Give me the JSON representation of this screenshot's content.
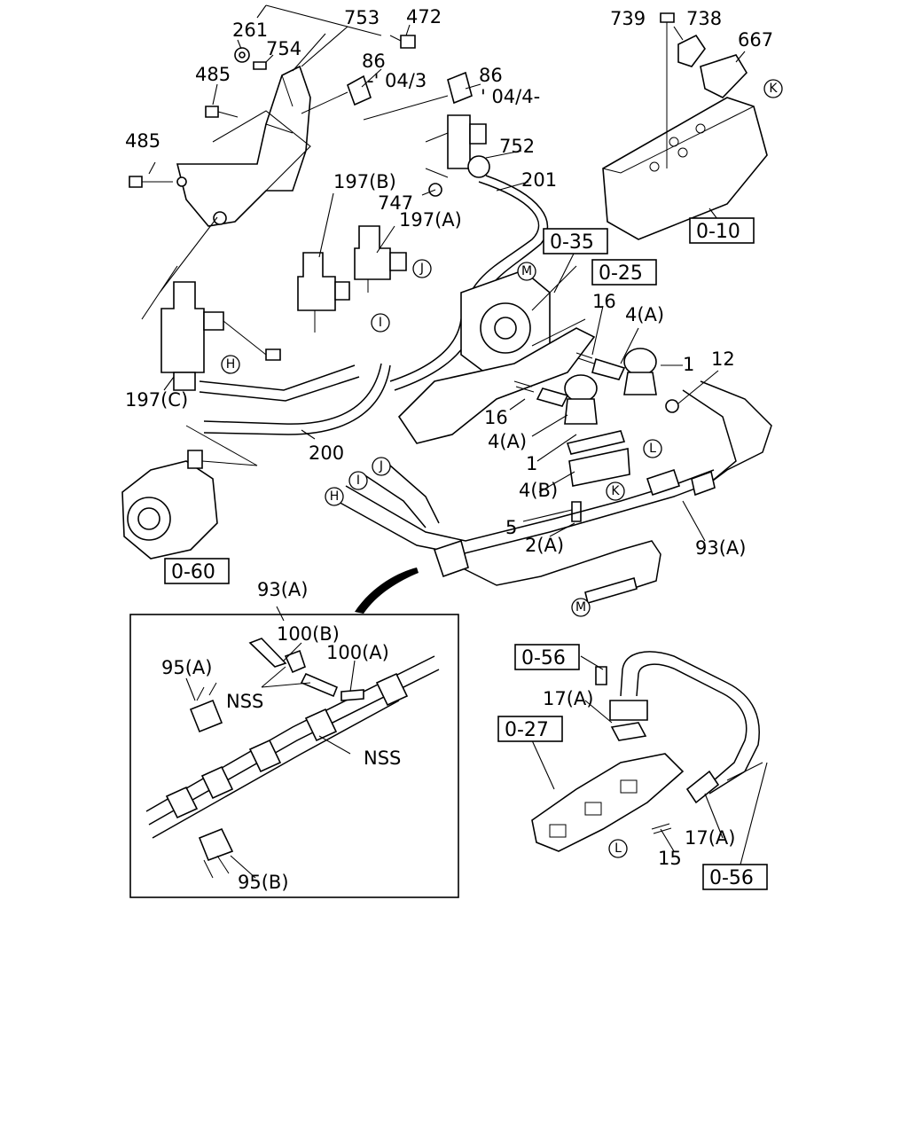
{
  "callouts": {
    "c261": "261",
    "c753": "753",
    "c472": "472",
    "c754": "754",
    "c485a": "485",
    "c485b": "485",
    "c86a": "86",
    "c86a_note": "-' 04/3",
    "c86b": "86",
    "c86b_note": "' 04/4-",
    "c739": "739",
    "c738": "738",
    "c667": "667",
    "c752": "752",
    "c201": "201",
    "c197b": "197(B)",
    "c747": "747",
    "c197a": "197(A)",
    "c197c": "197(C)",
    "c200": "200",
    "c16a": "16",
    "c4a_top": "4(A)",
    "c1_top": "1",
    "c12": "12",
    "c16b": "16",
    "c4a_mid": "4(A)",
    "c1_mid": "1",
    "c4b": "4(B)",
    "c5": "5",
    "c2a": "2(A)",
    "c93a_main": "93(A)",
    "c93a_inset": "93(A)",
    "c100b": "100(B)",
    "c100a": "100(A)",
    "c95a": "95(A)",
    "c95b": "95(B)",
    "nss1": "NSS",
    "nss2": "NSS",
    "c17a_top": "17(A)",
    "c17a_bot": "17(A)",
    "c15": "15"
  },
  "references": {
    "r010": "0-10",
    "r035": "0-35",
    "r025": "0-25",
    "r060": "0-60",
    "r056_top": "0-56",
    "r027": "0-27",
    "r056_bot": "0-56"
  },
  "connectors": {
    "k1": "K",
    "k2": "K",
    "h1": "H",
    "h2": "H",
    "i1": "I",
    "i2": "I",
    "j1": "J",
    "j2": "J",
    "m1": "M",
    "m2": "M",
    "l1": "L",
    "l2": "L"
  }
}
